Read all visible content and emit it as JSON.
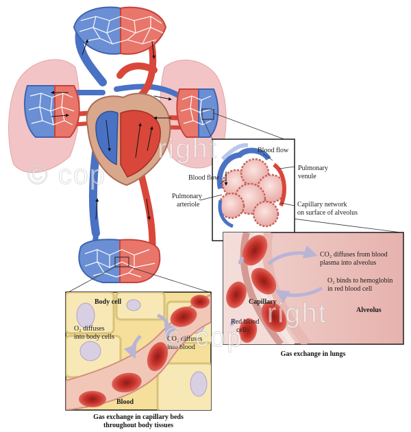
{
  "labels": {
    "blood_flow_top": "Blood flow",
    "blood_flow_left": "Blood flow",
    "pulmonary_venule": [
      "Pulmonary",
      "venule"
    ],
    "pulmonary_arteriole": [
      "Pulmonary",
      "arteriole"
    ],
    "capillary_network": [
      "Capillary network",
      "on surface of alveolus"
    ],
    "co2_lungs": [
      "CO₂ diffuses from blood",
      "plasma into alveolus"
    ],
    "o2_lungs": [
      "O₂ binds to hemoglobin",
      "in red blood cell"
    ],
    "capillary": "Capillary",
    "alveolus": "Alveolus",
    "red_blood_cell": [
      "Red blood",
      "cell"
    ],
    "body_cell": "Body cell",
    "o2_body": [
      "O₂ diffuses",
      "into body cells"
    ],
    "co2_body": [
      "CO₂ diffuses",
      "into blood"
    ],
    "blood": "Blood"
  },
  "captions": {
    "lungs": "Gas exchange in lungs",
    "capillary_beds": [
      "Gas exchange in capillary beds",
      "throughout body tissues"
    ]
  },
  "watermarks": [
    "© cop",
    "right",
    "© cop",
    "right"
  ],
  "colors": {
    "oxygenated": "#d9473a",
    "deoxygenated": "#4a72c4",
    "lung": "#f3c4c6",
    "tissue": "#f5df9a",
    "rbc": "#c8332b"
  }
}
